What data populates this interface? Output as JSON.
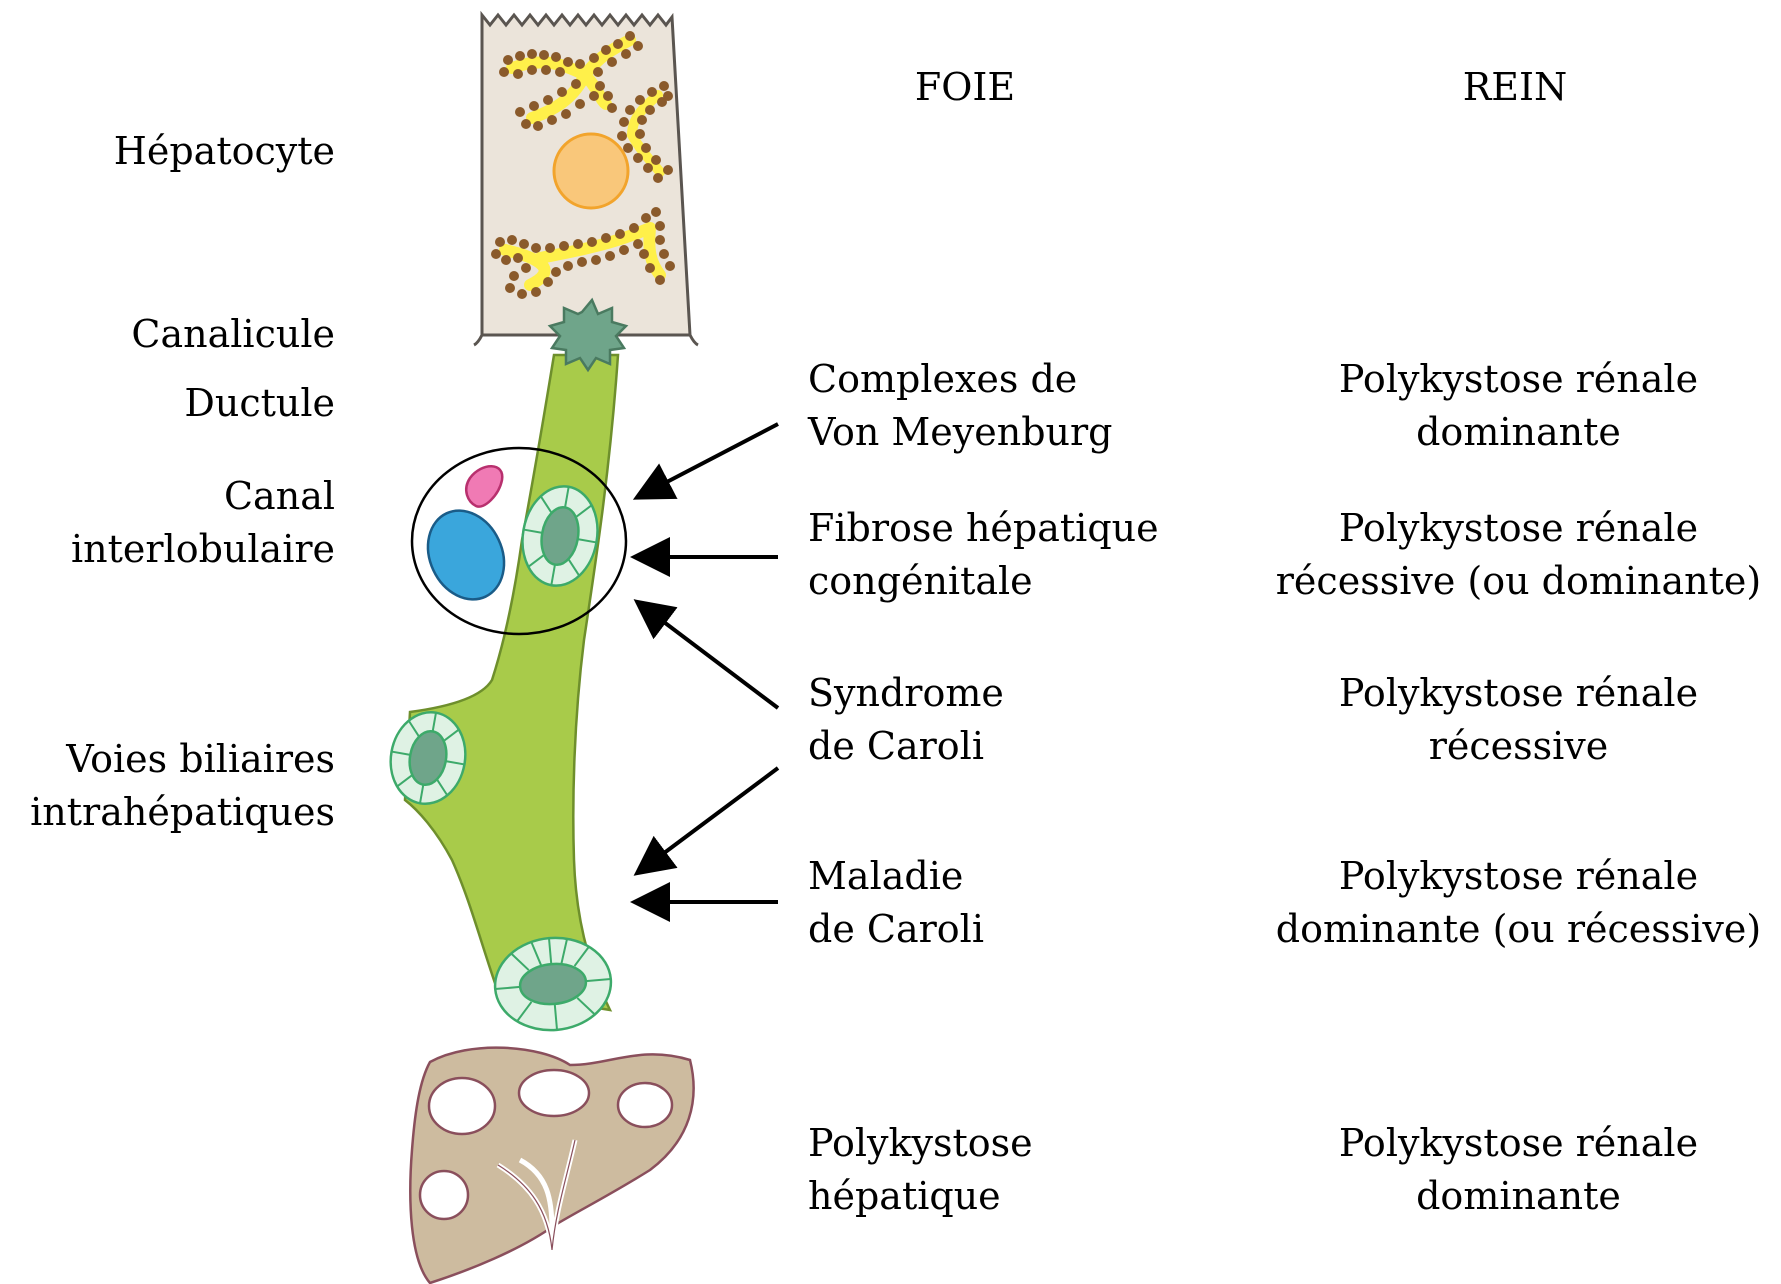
{
  "headers": {
    "foie": "FOIE",
    "rein": "REIN"
  },
  "structure_labels": {
    "hepatocyte": "Hépatocyte",
    "canalicule": "Canalicule",
    "ductule": "Ductule",
    "canal": [
      "Canal",
      "interlobulaire"
    ],
    "voies": [
      "Voies biliaires",
      "intrahépatiques"
    ]
  },
  "rows": [
    {
      "foie": [
        "Complexes de",
        "Von Meyenburg"
      ],
      "rein": [
        "Polykystose rénale",
        "dominante"
      ]
    },
    {
      "foie": [
        "Fibrose hépatique",
        "congénitale"
      ],
      "rein": [
        "Polykystose rénale",
        "récessive (ou dominante)"
      ]
    },
    {
      "foie": [
        "Syndrome",
        "de Caroli"
      ],
      "rein": [
        "Polykystose rénale",
        "récessive"
      ]
    },
    {
      "foie": [
        "Maladie",
        "de Caroli"
      ],
      "rein": [
        "Polykystose rénale",
        "dominante (ou récessive)"
      ]
    },
    {
      "foie": [
        "Polykystose",
        "hépatique"
      ],
      "rein": [
        "Polykystose rénale",
        "dominante"
      ]
    }
  ],
  "colors": {
    "duct": "#a8cb4a",
    "duct_stroke": "#6e8f2c",
    "cell_bg": "#ebe4da",
    "nucleus": "#f9c77a",
    "granule": "#8a5a2b",
    "er": "#fff04a",
    "canalicule": "#6fa58a",
    "ring": "#dff2e4",
    "ring_stroke": "#3daa6a",
    "vein": "#3aa6dc",
    "artery": "#f07ab4",
    "liver": "#cdbb9f",
    "liver_stroke": "#8a4f5c"
  }
}
